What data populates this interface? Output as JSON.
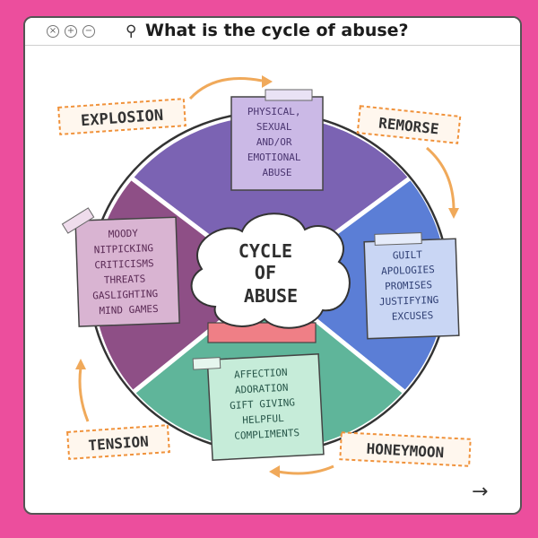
{
  "window": {
    "title": "What is the cycle of abuse?",
    "buttons": [
      "×",
      "+",
      "−"
    ]
  },
  "colors": {
    "frame": "#ec4e9d",
    "explosion": "#7b63b3",
    "remorse": "#5b7ed6",
    "honeymoon": "#5fb59a",
    "tension": "#8e4f86",
    "label_border": "#f0923b",
    "arrow": "#f0a95a"
  },
  "center": {
    "line1": "CYCLE",
    "line2": "OF",
    "line3": "ABUSE"
  },
  "stages": {
    "explosion": {
      "label": "EXPLOSION",
      "note": [
        "PHYSICAL,",
        "SEXUAL",
        "AND/OR",
        "EMOTIONAL",
        "ABUSE"
      ]
    },
    "remorse": {
      "label": "REMORSE",
      "note": [
        "GUILT",
        "APOLOGIES",
        "PROMISES",
        "JUSTIFYING",
        "EXCUSES"
      ]
    },
    "honeymoon": {
      "label": "HONEYMOON",
      "note": [
        "AFFECTION",
        "ADORATION",
        "GIFT GIVING",
        "HELPFUL",
        "COMPLIMENTS"
      ]
    },
    "tension": {
      "label": "TENSION",
      "note": [
        "MOODY",
        "NITPICKING",
        "CRITICISMS",
        "THREATS",
        "GASLIGHTING",
        "MIND GAMES"
      ]
    }
  },
  "nav": {
    "next": "→"
  }
}
